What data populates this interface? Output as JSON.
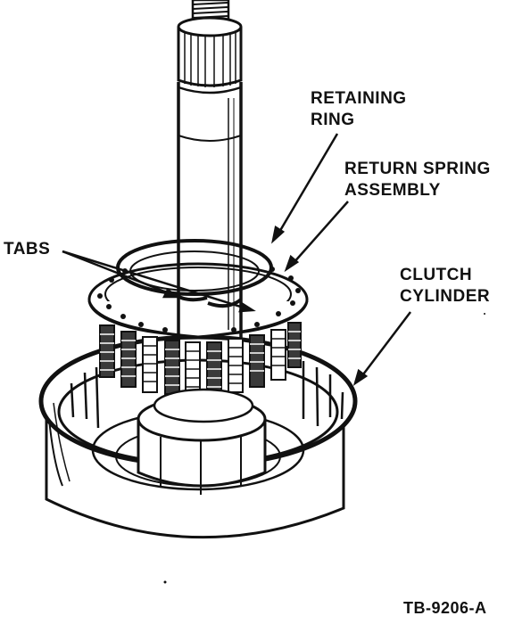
{
  "labels": {
    "retaining_ring": [
      "RETAINING",
      "RING"
    ],
    "return_spring": [
      "RETURN SPRING",
      "ASSEMBLY"
    ],
    "clutch_cylinder": [
      "CLUTCH",
      "CYLINDER"
    ],
    "tabs": "TABS",
    "figure_code": "TB-9206-A"
  },
  "colors": {
    "ink": "#111111",
    "paper": "#ffffff",
    "shade": "#3a3a3a"
  }
}
